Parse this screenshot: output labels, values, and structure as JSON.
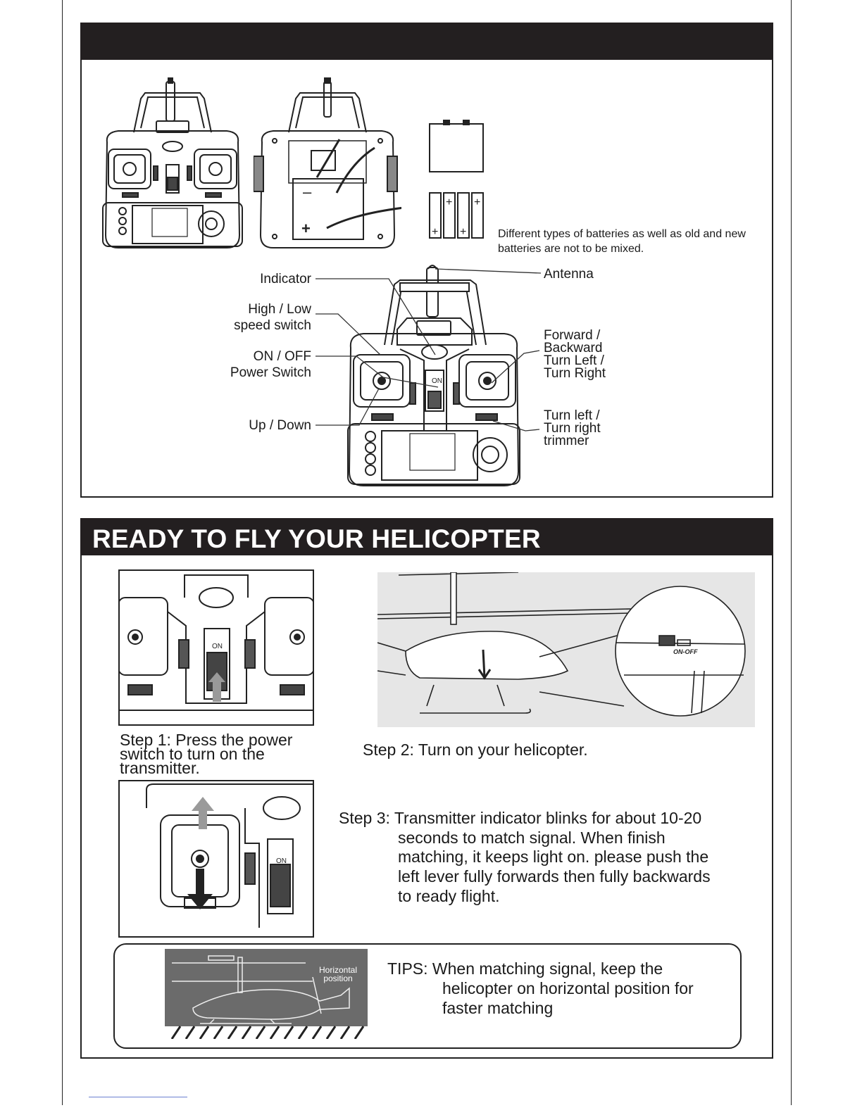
{
  "controls_section": {
    "battery_note_line1": "Different types of batteries as well as old and new",
    "battery_note_line2": "batteries are not to be mixed.",
    "labels": {
      "indicator": "Indicator",
      "high_low_1": "High / Low",
      "high_low_2": "speed switch",
      "power_1": "ON / OFF",
      "power_2": "Power Switch",
      "up_down": "Up / Down",
      "antenna": "Antenna",
      "fwd_1": "Forward /",
      "fwd_2": "Backward",
      "fwd_3": "Turn Left /",
      "fwd_4": "Turn Right",
      "trim_1": "Turn left /",
      "trim_2": "Turn right",
      "trim_3": "trimmer"
    }
  },
  "ready_section": {
    "title": "READY TO FLY YOUR HELICOPTER",
    "step1_line1": "Step 1: Press the power",
    "step1_line2": "switch to turn on the",
    "step1_line3": "transmitter.",
    "step2": "Step 2: Turn on your helicopter.",
    "step3_line1": "Step 3: Transmitter indicator blinks for about 10-20",
    "step3_line2": "seconds to match signal.  When finish",
    "step3_line3": "matching, it keeps light on. please push the",
    "step3_line4": "left lever fully forwards then fully backwards",
    "step3_line5": "to ready flight.",
    "tips_line1": "TIPS: When matching signal, keep the",
    "tips_line2": "helicopter on horizontal  position for",
    "tips_line3": "faster matching",
    "tips_image_label_1": "Horizontal",
    "tips_image_label_2": "position",
    "switch_on_label": "ON",
    "heli_switch_label": "ON-OFF"
  }
}
